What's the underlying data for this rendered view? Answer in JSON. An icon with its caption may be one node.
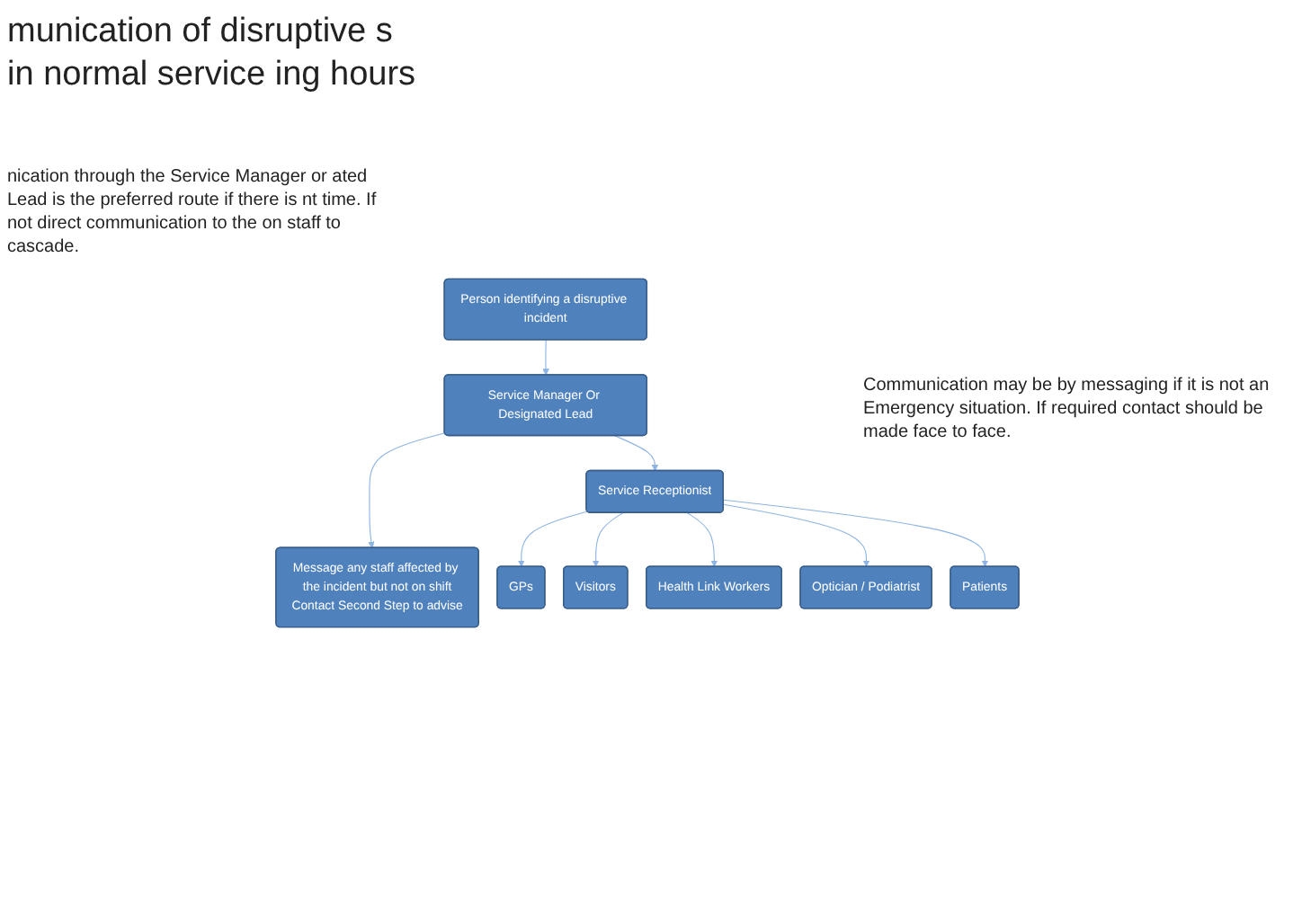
{
  "diagram": {
    "title": "munication of disruptive s in normal service ing hours",
    "nodes": [
      {
        "text": [
          "Person identifying a disruptive incident"
        ]
      },
      {
        "text": [
          "Service Manager Or Designated Lead"
        ]
      },
      {
        "text": [
          "Message any staff affected by the incident but not on shift",
          "Contact Second Step to advise"
        ]
      },
      {
        "text": [
          "Service Receptionist"
        ]
      },
      {
        "text": [
          "GPs"
        ]
      },
      {
        "text": [
          "Visitors"
        ]
      },
      {
        "text": [
          "Health Link Workers"
        ]
      },
      {
        "text": [
          "Optician / Podiatrist"
        ]
      },
      {
        "text": [
          "Patients"
        ]
      }
    ],
    "edges": [
      {
        "from": 0,
        "to": 1,
        "arrow": "to"
      },
      {
        "from": 1,
        "to": 2,
        "arrow": "to"
      },
      {
        "from": 1,
        "to": 3,
        "arrow": "to"
      },
      {
        "from": 3,
        "to": 4,
        "arrow": "to"
      },
      {
        "from": 3,
        "to": 5,
        "arrow": "to"
      },
      {
        "from": 3,
        "to": 6,
        "arrow": "to"
      },
      {
        "from": 3,
        "to": 7,
        "arrow": "to"
      },
      {
        "from": 3,
        "to": 8,
        "arrow": "to"
      }
    ],
    "labels": [
      "nication through the Service Manager or ated Lead is the preferred route if there is nt time. If not direct communication to the on staff to cascade.",
      "Communication may be by messaging if it is not an Emergency situation. If required contact should be made face to face."
    ]
  }
}
